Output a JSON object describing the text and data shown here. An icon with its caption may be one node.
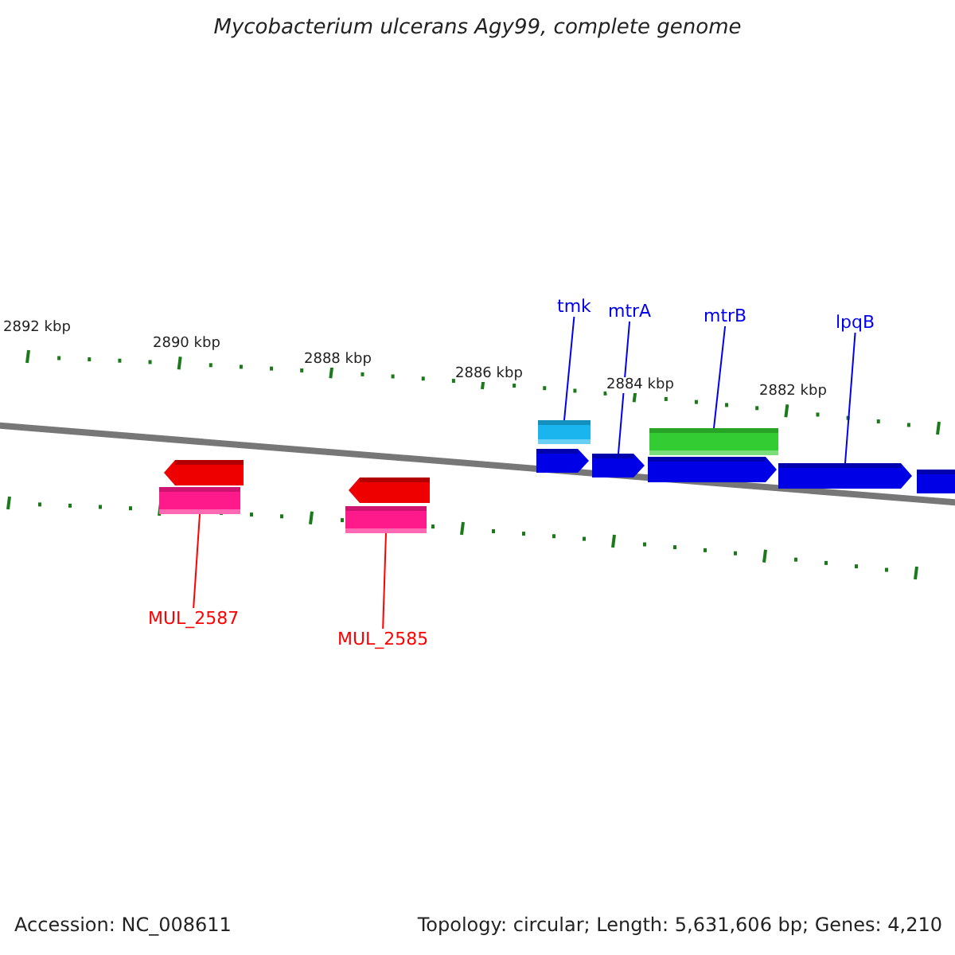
{
  "diagram": {
    "title": "Mycobacterium ulcerans Agy99, complete genome",
    "nodes": [
      {
        "text": [
          "tmk"
        ]
      },
      {
        "text": [
          "mtrA"
        ]
      },
      {
        "text": [
          "mtrB"
        ]
      },
      {
        "text": [
          "lpqB"
        ]
      },
      {
        "text": [
          "MUL_2587"
        ]
      },
      {
        "text": [
          "MUL_2585"
        ]
      },
      {
        "text": [],
        "shape": "arrow"
      },
      {
        "text": [],
        "shape": "box"
      },
      {
        "text": [],
        "shape": "arrow"
      },
      {
        "text": [],
        "shape": "box"
      },
      {
        "text": [],
        "shape": "arrow"
      },
      {
        "text": [],
        "shape": "box"
      },
      {
        "text": [],
        "shape": "arrow"
      },
      {
        "text": [],
        "shape": "box"
      },
      {
        "text": [],
        "shape": "arrow"
      },
      {
        "text": [],
        "shape": "arrow"
      },
      {
        "text": [],
        "shape": "arrow"
      }
    ],
    "edges": [
      {
        "from": 0,
        "to": 11,
        "arrow": "none"
      },
      {
        "from": 1,
        "to": 12,
        "arrow": "none"
      },
      {
        "from": 2,
        "to": 13,
        "arrow": "none"
      },
      {
        "from": 3,
        "to": 15,
        "arrow": "none"
      },
      {
        "from": 4,
        "to": 7,
        "arrow": "none",
        "color": "#ff0000"
      },
      {
        "from": 5,
        "to": 9,
        "arrow": "none",
        "color": "#ff0000"
      }
    ],
    "labels": [
      "2892 kbp",
      "2890 kbp",
      "2888 kbp",
      "2886 kbp",
      "2884 kbp",
      "2882 kbp",
      "Accession: NC_008611",
      "Topology: circular; Length: 5,631,606 bp; Genes: 4,210"
    ]
  }
}
